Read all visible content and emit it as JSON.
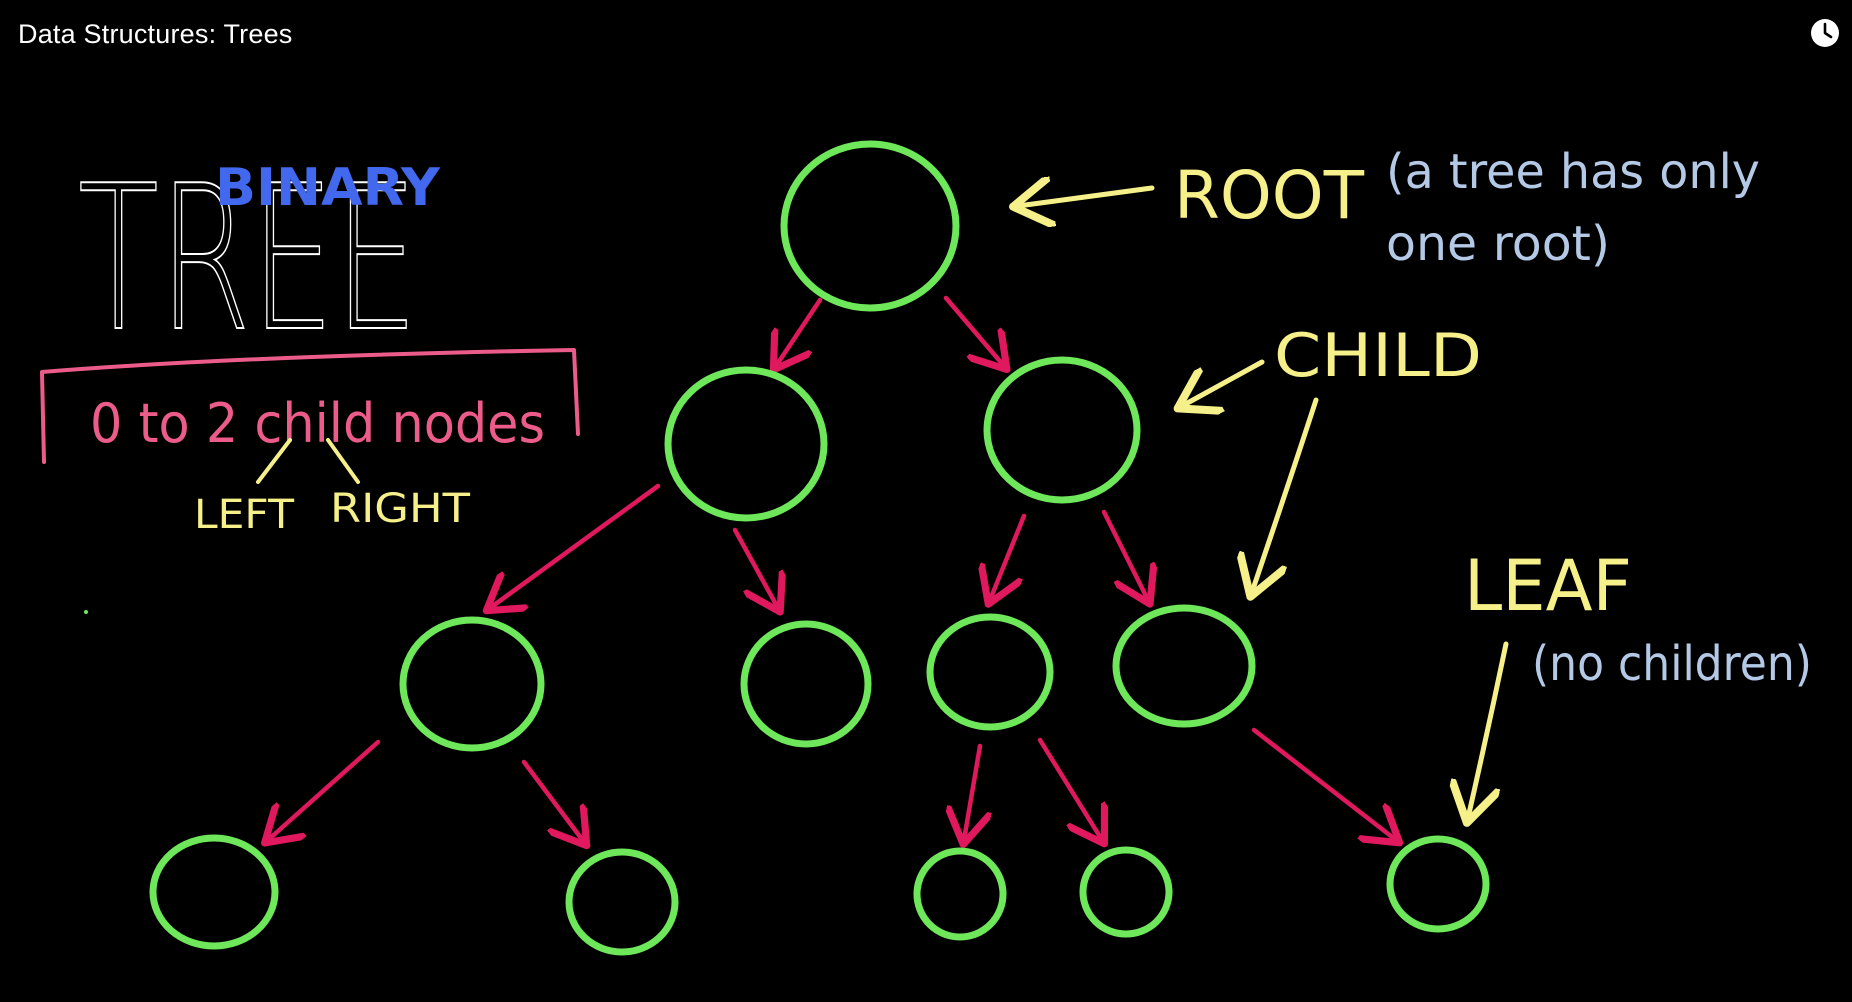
{
  "video": {
    "title": "Data Structures: Trees"
  },
  "icons": {
    "watch_later": "clock-icon"
  },
  "colors": {
    "node": "#6ee85a",
    "edge": "#e0185e",
    "annotation": "#f6f08a",
    "note": "#b4c9e6",
    "heading": "#ffffff",
    "binary": "#4268ee",
    "box": "#ec5c8a"
  },
  "board": {
    "heading_tree": "TREE",
    "heading_binary": "BINARY",
    "rule_text": "0 to 2 child nodes",
    "left_label": "LEFT",
    "right_label": "RIGHT",
    "root_label": "ROOT",
    "root_note_line1": "(a tree has only",
    "root_note_line2": "one root)",
    "child_label": "CHILD",
    "leaf_label": "LEAF",
    "leaf_note": "(no children)"
  }
}
